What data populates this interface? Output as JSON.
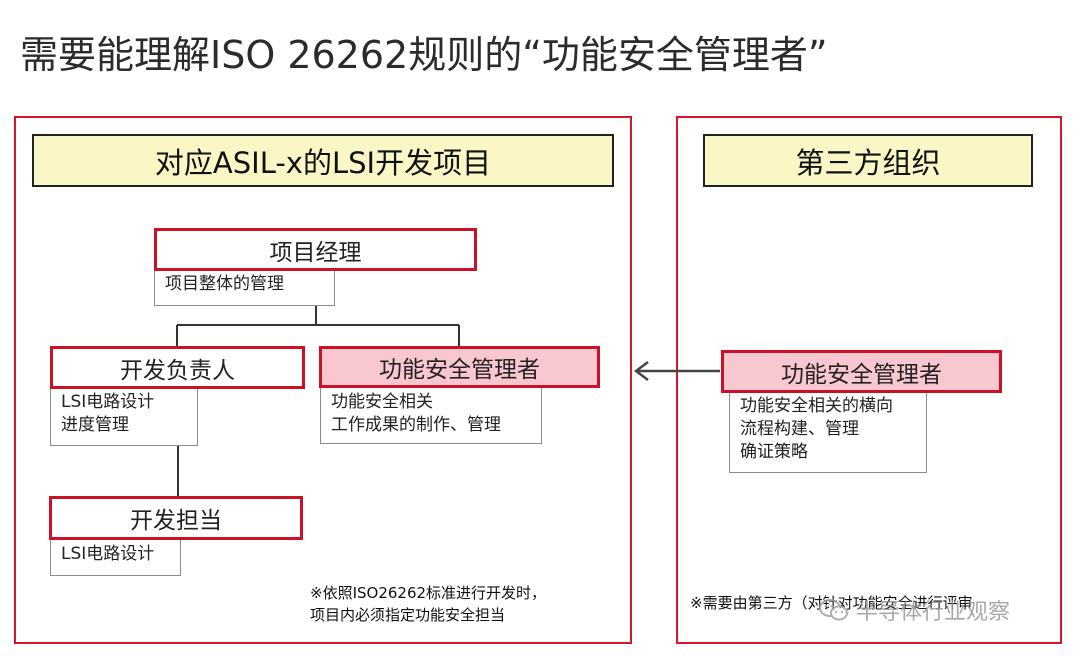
{
  "title": "需要能理解ISO 26262规则的“功能安全管理者”",
  "left_panel": {
    "banner": "对应ASIL-x的LSI开发项目",
    "project_manager": {
      "label": "项目经理",
      "desc": [
        "项目整体的管理"
      ]
    },
    "dev_lead": {
      "label": "开发负责人",
      "desc": [
        "LSI电路设计",
        "进度管理"
      ]
    },
    "fs_manager": {
      "label": "功能安全管理者",
      "desc": [
        "功能安全相关",
        "工作成果的制作、管理"
      ]
    },
    "developer": {
      "label": "开发担当",
      "desc": [
        "LSI电路设计"
      ]
    },
    "note": [
      "※依照ISO26262标准进行开发时，",
      "项目内必须指定功能安全担当"
    ]
  },
  "right_panel": {
    "banner": "第三方组织",
    "fs_manager": {
      "label": "功能安全管理者",
      "desc": [
        "功能安全相关的横向",
        "流程构建、管理",
        "确证策略"
      ]
    },
    "note": "※需要由第三方（对针对功能安全进行评审"
  },
  "watermark": "半导体行业观察",
  "colors": {
    "accent_red": "#cc1026",
    "banner_yellow": "#fbf6c6",
    "pink_fill": "#f9c7cf"
  },
  "icons": {
    "arrow": "left-arrow-icon",
    "watermark_logo": "wechat-icon"
  }
}
